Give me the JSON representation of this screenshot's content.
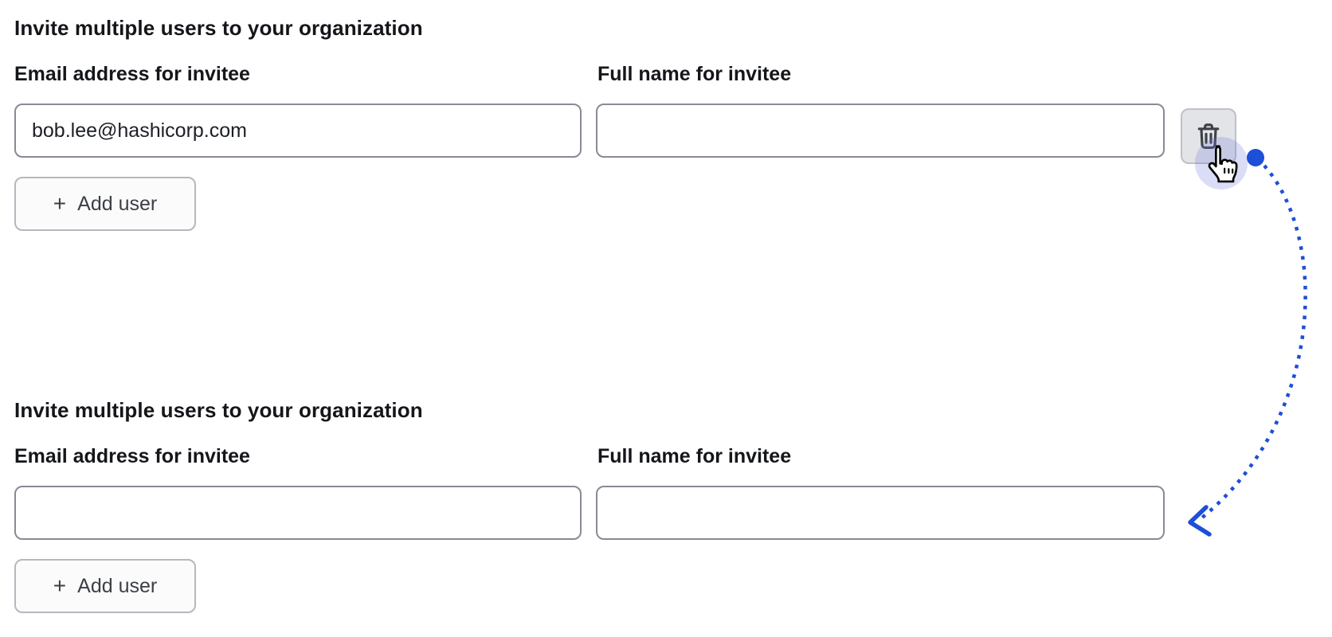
{
  "colors": {
    "accent_blue": "#1D4FD8",
    "input_border": "#878B94",
    "trash_button_bg": "#E3E4E7",
    "add_button_bg": "#FBFBFC",
    "text_primary": "#14161A",
    "button_text": "#3C3F45"
  },
  "sections": [
    {
      "id": "before",
      "heading": "Invite multiple users to your organization",
      "email_field": {
        "label": "Email address for invitee",
        "value": "bob.lee@hashicorp.com"
      },
      "full_name_field": {
        "label": "Full name for invitee",
        "value": ""
      },
      "add_user_button": {
        "plus": "+",
        "label": "Add user"
      },
      "delete_button": {
        "icon": "trash-icon"
      }
    },
    {
      "id": "after",
      "heading": "Invite multiple users to your organization",
      "email_field": {
        "label": "Email address for invitee",
        "value": ""
      },
      "full_name_field": {
        "label": "Full name for invitee",
        "value": ""
      },
      "add_user_button": {
        "plus": "+",
        "label": "Add user"
      }
    }
  ],
  "annotation": {
    "cursor": "hand-pointer-cursor",
    "arrow": "dotted-curved-arrow",
    "dot": "click-origin-dot"
  }
}
